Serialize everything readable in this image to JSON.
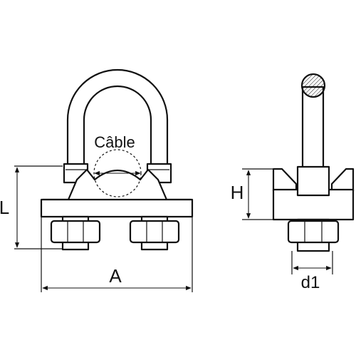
{
  "labels": {
    "cable": "Câble",
    "L": "L",
    "A": "A",
    "H": "H",
    "d1": "d1"
  },
  "colors": {
    "line": "#111111",
    "background": "#ffffff"
  }
}
